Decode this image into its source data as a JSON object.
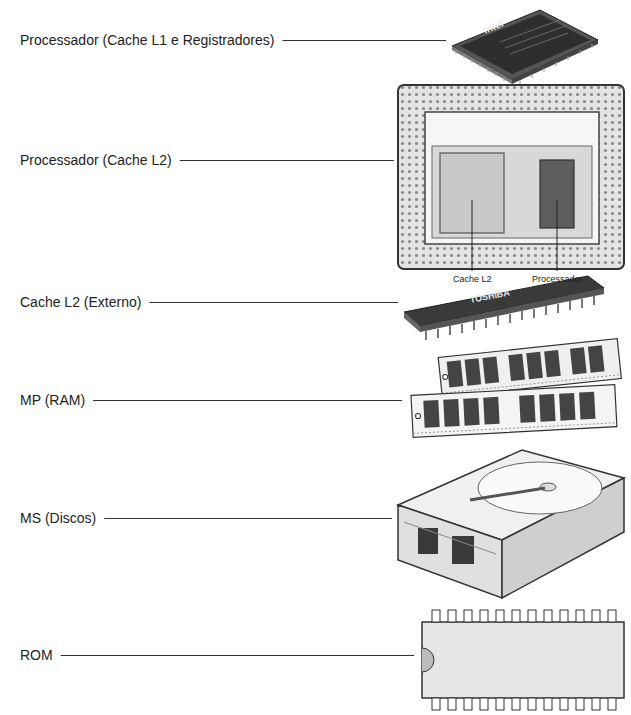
{
  "diagram": {
    "labels": [
      "Processador (Cache L1 e Registradores)",
      "intel",
      "Processador (Cache L2)",
      "Cache L2",
      "Processador",
      "Cache L2 (Externo)",
      "TOSHIBA",
      "MP (RAM)",
      "MS (Discos)",
      "ROM"
    ]
  }
}
